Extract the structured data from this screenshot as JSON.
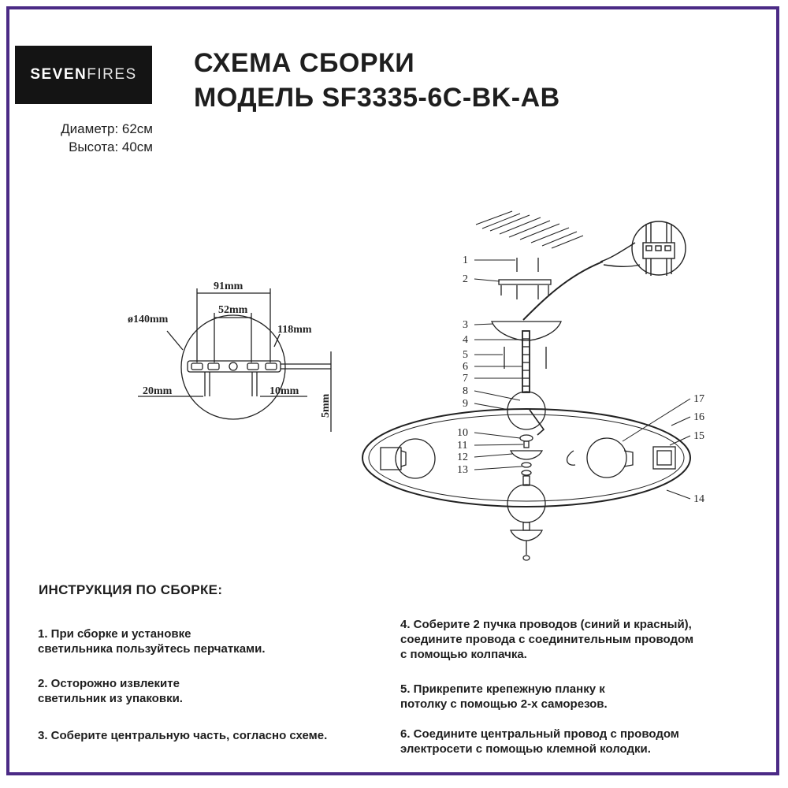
{
  "brand": {
    "strong": "SEVEN",
    "light": "FIRES"
  },
  "title": {
    "line1": "СХЕМА СБОРКИ",
    "line2": "МОДЕЛЬ SF3335-6C-BK-AB"
  },
  "dimensions": {
    "diameter": "Диаметр: 62см",
    "height": "Высота: 40см"
  },
  "plate": {
    "d140": "ø140mm",
    "w91": "91mm",
    "w52": "52mm",
    "w118": "118mm",
    "w20": "20mm",
    "w10": "10mm",
    "h5": "5mm"
  },
  "parts": [
    "1",
    "2",
    "3",
    "4",
    "5",
    "6",
    "7",
    "8",
    "9",
    "10",
    "11",
    "12",
    "13",
    "14",
    "15",
    "16",
    "17"
  ],
  "instructions": {
    "heading": "ИНСТРУКЦИЯ ПО СБОРКЕ:",
    "steps": [
      "1. При сборке и установке\nсветильника пользуйтесь перчатками.",
      "2. Осторожно извлеките\nсветильник из упаковки.",
      "3. Соберите центральную часть, согласно схеме.",
      "4. Соберите 2 пучка проводов (синий и красный),\nсоедините провода с соединительным проводом\nс помощью колпачка.",
      "5. Прикрепите крепежную планку к\nпотолку с помощью 2-х саморезов.",
      "6. Соедините центральный провод с проводом\nэлектросети с помощью клемной колодки."
    ]
  },
  "colors": {
    "frame": "#4b2a86",
    "logo_bg": "#141414",
    "line": "#222222"
  }
}
